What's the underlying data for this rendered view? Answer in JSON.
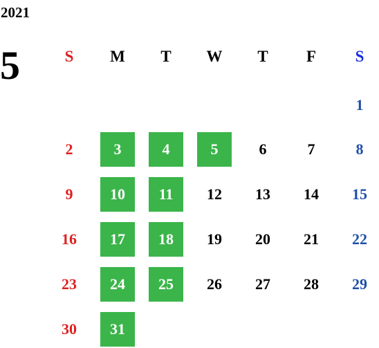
{
  "calendar": {
    "year": "2021",
    "month": "5",
    "weekdays": [
      "S",
      "M",
      "T",
      "W",
      "T",
      "F",
      "S"
    ],
    "colors": {
      "sunday": "#e02020",
      "saturday": "#1f4fa8",
      "weekday": "#000000",
      "highlight_bg": "#3bb54a",
      "highlight_text": "#ffffff",
      "weekday_header_saturday": "#1a2ee0"
    },
    "weeks": [
      [
        null,
        null,
        null,
        null,
        null,
        null,
        {
          "day": "1",
          "highlight": false
        }
      ],
      [
        {
          "day": "2",
          "highlight": false
        },
        {
          "day": "3",
          "highlight": true
        },
        {
          "day": "4",
          "highlight": true
        },
        {
          "day": "5",
          "highlight": true
        },
        {
          "day": "6",
          "highlight": false
        },
        {
          "day": "7",
          "highlight": false
        },
        {
          "day": "8",
          "highlight": false
        }
      ],
      [
        {
          "day": "9",
          "highlight": false
        },
        {
          "day": "10",
          "highlight": true
        },
        {
          "day": "11",
          "highlight": true
        },
        {
          "day": "12",
          "highlight": false
        },
        {
          "day": "13",
          "highlight": false
        },
        {
          "day": "14",
          "highlight": false
        },
        {
          "day": "15",
          "highlight": false
        }
      ],
      [
        {
          "day": "16",
          "highlight": false
        },
        {
          "day": "17",
          "highlight": true
        },
        {
          "day": "18",
          "highlight": true
        },
        {
          "day": "19",
          "highlight": false
        },
        {
          "day": "20",
          "highlight": false
        },
        {
          "day": "21",
          "highlight": false
        },
        {
          "day": "22",
          "highlight": false
        }
      ],
      [
        {
          "day": "23",
          "highlight": false
        },
        {
          "day": "24",
          "highlight": true
        },
        {
          "day": "25",
          "highlight": true
        },
        {
          "day": "26",
          "highlight": false
        },
        {
          "day": "27",
          "highlight": false
        },
        {
          "day": "28",
          "highlight": false
        },
        {
          "day": "29",
          "highlight": false
        }
      ],
      [
        {
          "day": "30",
          "highlight": false
        },
        {
          "day": "31",
          "highlight": true
        },
        null,
        null,
        null,
        null,
        null
      ]
    ]
  }
}
